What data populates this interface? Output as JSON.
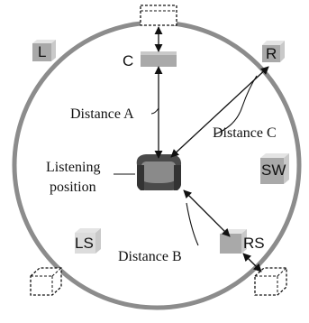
{
  "colors": {
    "circle": "#8c8c8c",
    "speaker_face": "#a9a9a9",
    "speaker_top": "#e4e4e4",
    "speaker_side": "#c9c9c9",
    "chair_dark": "#4a4a4a",
    "chair_seat": "#8a8a8a",
    "line": "#111111"
  },
  "speakers": {
    "front_left": "L",
    "center": "C",
    "front_right": "R",
    "subwoofer": "SW",
    "surround_left": "LS",
    "surround_right": "RS"
  },
  "distances": {
    "a": "Distance A",
    "b": "Distance B",
    "c": "Distance C"
  },
  "listening_position": {
    "line1": "Listening",
    "line2": "position"
  },
  "icons": [
    "sofa-icon",
    "speaker-box-icon",
    "dashed-speaker-outline-icon"
  ]
}
